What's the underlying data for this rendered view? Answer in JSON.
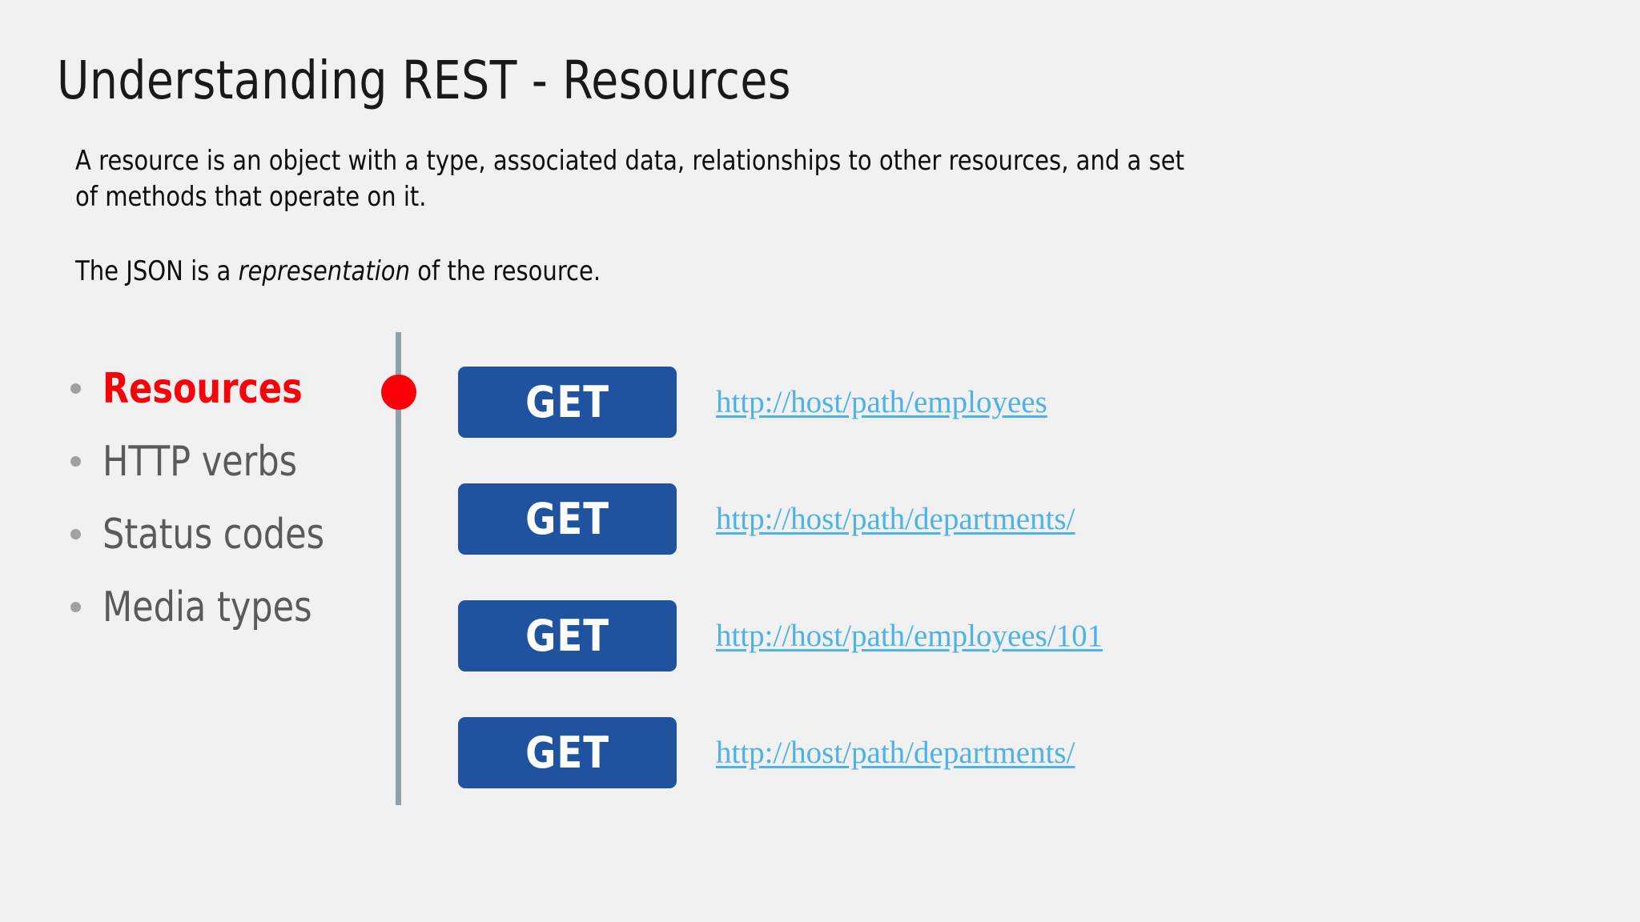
{
  "slide": {
    "background_color": "#f1f1f1",
    "title": "Understanding REST - Resources",
    "paragraph_1": "A resource is an object with a type, associated data, relationships to other resources, and a set of methods that operate on it.",
    "paragraph_2": {
      "before": "The JSON is a ",
      "emphasis": "representation",
      "after": " of the resource."
    }
  },
  "bullets": {
    "accent_color": "#fb0007",
    "muted_color": "#5a5a5a",
    "dot_color": "#a0a0a0",
    "items": [
      {
        "label": "Resources",
        "active": true
      },
      {
        "label": "HTTP verbs",
        "active": false
      },
      {
        "label": "Status codes",
        "active": false
      },
      {
        "label": "Media types",
        "active": false
      }
    ]
  },
  "timeline": {
    "line_color": "#8ea3a9",
    "marker_color": "#fb0007"
  },
  "requests": {
    "button_color": "#20539f",
    "link_color": "#4cb2e8",
    "items": [
      {
        "verb": "GET",
        "url": "http://host/path/employees"
      },
      {
        "verb": "GET",
        "url": "http://host/path/departments/"
      },
      {
        "verb": "GET",
        "url": "http://host/path/employees/101"
      },
      {
        "verb": "GET",
        "url": "http://host/path/departments/"
      }
    ]
  }
}
